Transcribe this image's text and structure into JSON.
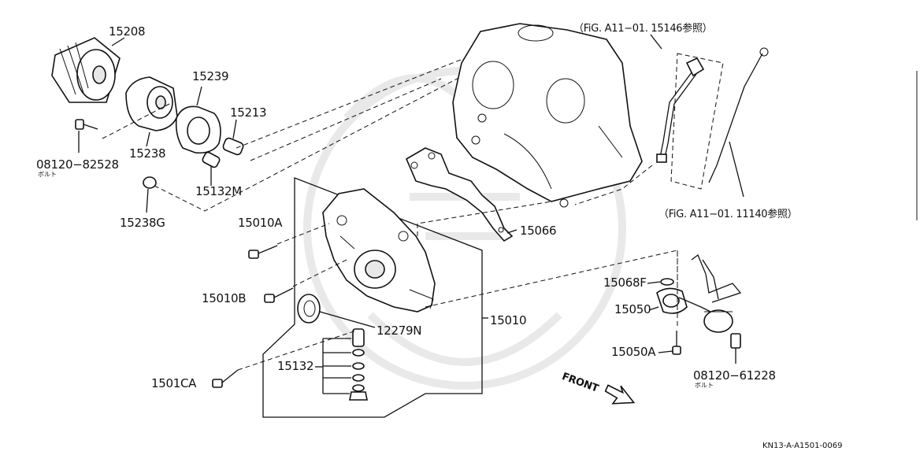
{
  "diagram": {
    "callouts": {
      "p15208": "15208",
      "p15239": "15239",
      "p15213": "15213",
      "p15238": "15238",
      "p15132M": "15132M",
      "p08120_82528": "08120−82528",
      "p08120_82528_sub": "ボルト",
      "p15238G": "15238G",
      "p15010A": "15010A",
      "p15010B": "15010B",
      "p12279N": "12279N",
      "p15010": "15010",
      "p15132": "15132",
      "p15010C": "1501CA",
      "p15066": "15066",
      "p15068F": "15068F",
      "p15050": "15050",
      "p15050A": "15050A",
      "p08120_61228": "08120−61228",
      "p08120_61228_sub": "ボルト"
    },
    "references": {
      "top": "（FiG. A11−01. 15146参照）",
      "right": "（FiG. A11−01. 11140参照）"
    },
    "front_label": "FRONT",
    "diagram_code": "KN13-A-A1501-0069"
  }
}
